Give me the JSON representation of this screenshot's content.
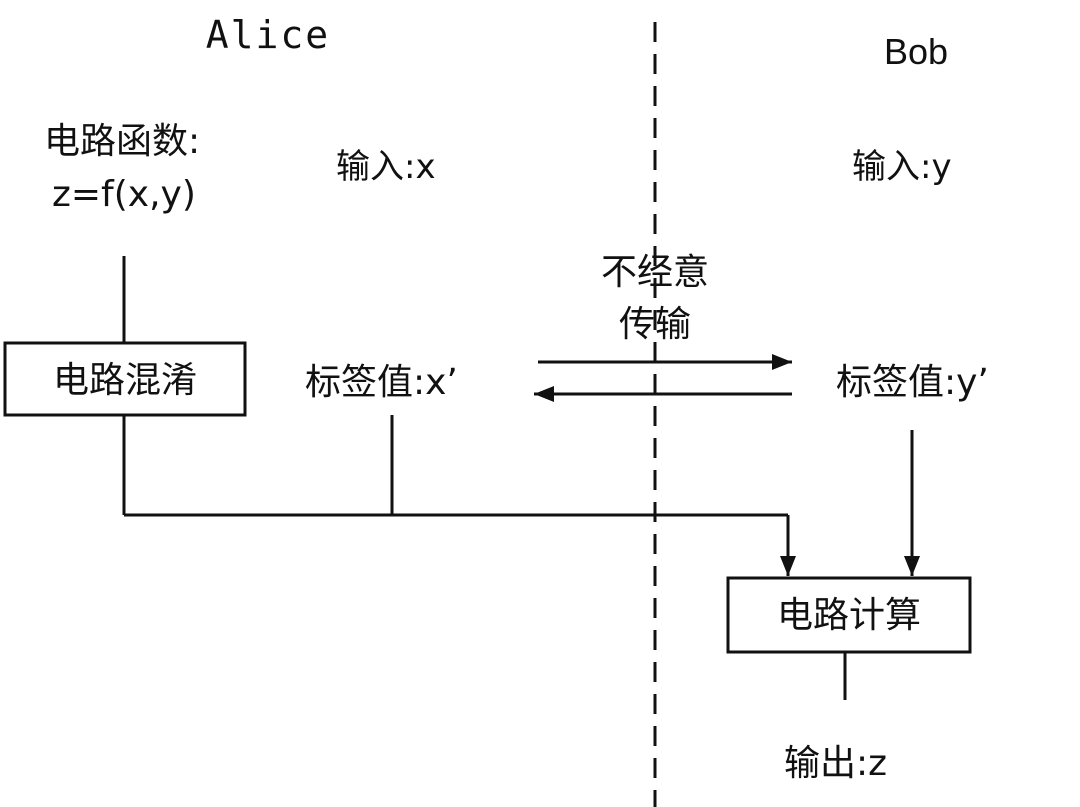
{
  "parties": {
    "alice": "Alice",
    "bob": "Bob"
  },
  "alice": {
    "circuit_function_label": "电路函数:",
    "circuit_function_expr": "z=f(x,y)",
    "input": "输入:x",
    "garbling_box": "电路混淆",
    "label_value": "标签值:x’"
  },
  "bob": {
    "input": "输入:y",
    "label_value": "标签值:y’",
    "evaluation_box": "电路计算",
    "output": "输出:z"
  },
  "transfer": {
    "line1": "不经意",
    "line2": "传输"
  }
}
